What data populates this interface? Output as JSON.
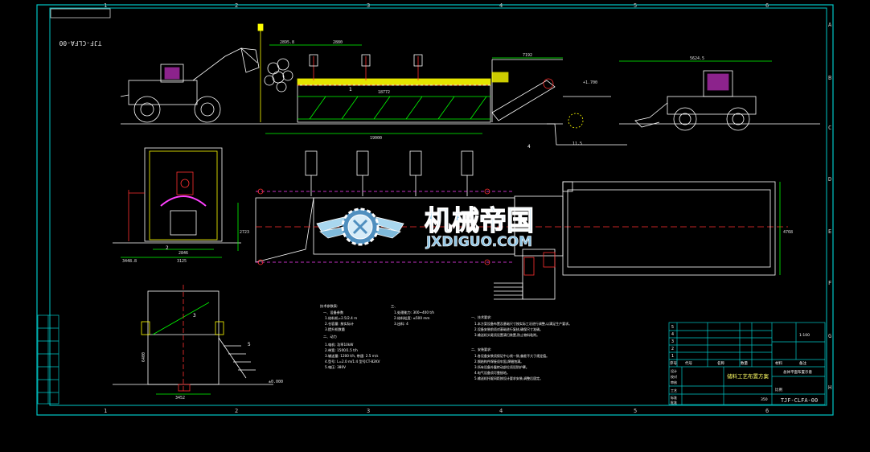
{
  "drawing": {
    "code": "TJF-CLFA-00",
    "code_rotated": "TJF-CLFA-00",
    "title_cn": "储料工艺布置方案",
    "subtitle_cn": "总体平面布置示意",
    "sheet_info": "1:100",
    "scale_label": "比例",
    "weight_value": "350"
  },
  "watermark": {
    "brand_cn": "机械帝国",
    "brand_url": "JXDIGUO.COM",
    "logo_icon": "gear-wings-emblem-icon"
  },
  "grid_labels": {
    "top": [
      "1",
      "2",
      "3",
      "4",
      "5",
      "6"
    ],
    "right": [
      "A",
      "B",
      "C",
      "D",
      "E",
      "F",
      "G",
      "H"
    ]
  },
  "dimensions": {
    "d1": "2895.8",
    "d2": "2880",
    "d3": "7192",
    "d4": "5624.5",
    "d5": "19000",
    "d6": "18772",
    "d7": "3448.8",
    "d8": "3125",
    "d9": "2846",
    "d10": "3452",
    "d11": "4768",
    "d12": "2723",
    "d13": "11.5",
    "d14": "±0.000",
    "d15": "+1.700",
    "d16": "6400"
  },
  "callouts": [
    "1",
    "2",
    "3",
    "4",
    "5"
  ],
  "notes": {
    "block1_title": "技术参数表:",
    "block1_lines": [
      "一、设备参数",
      "1.给料机=2.5/2.4 m",
      "2.仓容量: 按实际计",
      "3.提升机数量",
      "二、动力",
      "1.电机: 功率10kW",
      "2.带宽: 1500/1.5 t/h",
      "3.输送量: 1200 t/h, 带速: 2.5 m/s",
      "4.型号: L=2.0 m/1:4 型号CT-82KV",
      "5.电压: 380V"
    ],
    "block2_title": "三、",
    "block2_lines": [
      "1.处理能力: 300~400 t/h",
      "2.给料粒度: ≤500 mm",
      "3.出料: 4"
    ],
    "block3_title": "一、技术要求:",
    "block3_lines": [
      "1.本方案设备布置及基础尺寸按实际工况进行调整,以满足生产要求。",
      "2.设备安装前须对基础进行复核,确保尺寸准确。",
      "3.输送机头尾须设置清扫装置,防止物料粘附。"
    ],
    "block4_title": "二、安装要求:",
    "block4_lines": [
      "1.各设备安装须保证中心线一致,偏差不大于规定值。",
      "2.钢结构件焊接须牢固,焊缝饱满。",
      "3.所有设备外露转动部位须设防护罩。",
      "4.电气设备须可靠接地。",
      "5.输送机托辊间距按设计要求安装,调整后固定。"
    ]
  },
  "title_block": {
    "rows": [
      "5",
      "4",
      "3",
      "2",
      "1"
    ],
    "header": [
      "序号",
      "代号",
      "名称",
      "数量",
      "材料",
      "备注"
    ],
    "left_column": [
      "设计",
      "校对",
      "审核",
      "工艺",
      "标准",
      "批准"
    ]
  },
  "colors": {
    "frame": "#00ffff",
    "lines": "#ffffff",
    "yellow": "#ffff00",
    "red": "#ff3030",
    "green": "#00ff00",
    "magenta": "#ff40ff"
  }
}
